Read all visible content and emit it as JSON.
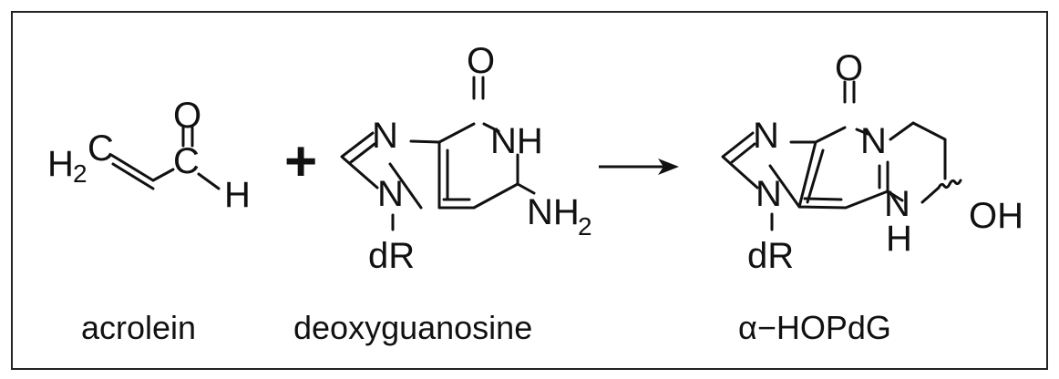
{
  "frame": {
    "border_color": "#222222"
  },
  "plus_sign": "+",
  "arrow_icon": "right-arrow-icon",
  "acrolein": {
    "oxygen": "O",
    "h2": "H",
    "h2_sub": "2",
    "carbon_h2": "C",
    "carbon": "C",
    "hydrogen": "H",
    "caption": "acrolein"
  },
  "deoxyguanosine": {
    "oxygen": "O",
    "n_top": "N",
    "nh": "NH",
    "n_bottom": "N",
    "nh2": "NH",
    "nh2_sub": "2",
    "sugar": "dR",
    "caption": "deoxyguanosine"
  },
  "product": {
    "oxygen": "O",
    "n_top": "N",
    "n_ring": "N",
    "n_bottom": "N",
    "nh_n": "N",
    "nh_h": "H",
    "oh": "OH",
    "sugar": "dR",
    "caption": "α−HOPdG"
  }
}
